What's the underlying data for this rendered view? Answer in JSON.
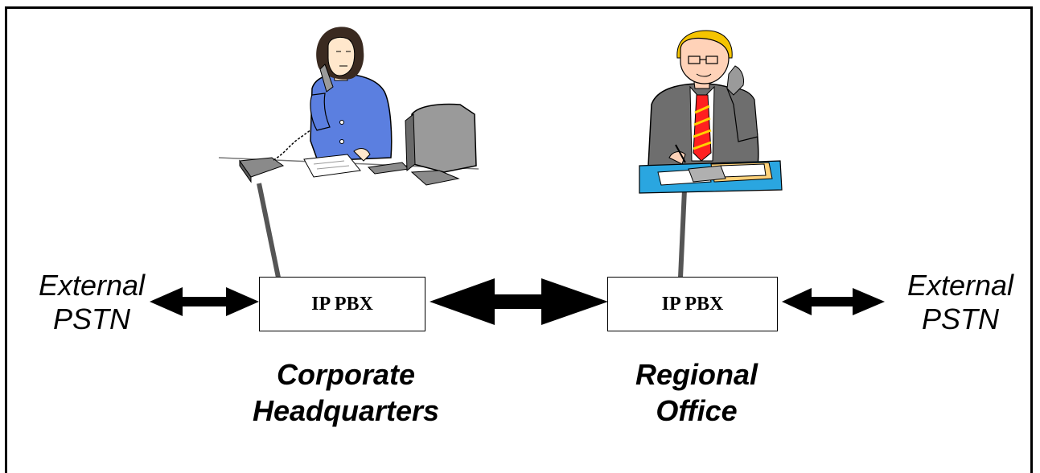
{
  "diagram": {
    "left_external": {
      "line1": "External",
      "line2": "PSTN"
    },
    "right_external": {
      "line1": "External",
      "line2": "PSTN"
    },
    "left_pbx": {
      "label": "IP PBX"
    },
    "right_pbx": {
      "label": "IP PBX"
    },
    "left_site": {
      "line1": "Corporate",
      "line2": "Headquarters"
    },
    "right_site": {
      "line1": "Regional",
      "line2": "Office"
    }
  },
  "colors": {
    "frame": "#000000",
    "connector": "#555555",
    "woman_blouse": "#5b7fe0",
    "man_suit": "#6e6e6e",
    "tie": "#ff2020",
    "desk_top": "#2aa6e0"
  }
}
